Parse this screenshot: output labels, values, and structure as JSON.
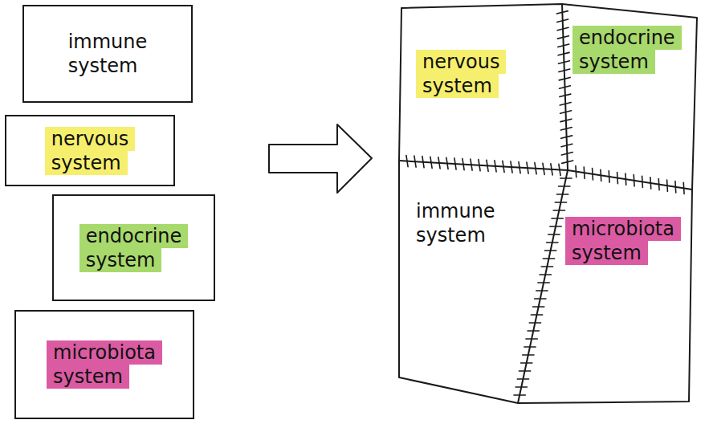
{
  "diagram": {
    "nodes": [
      {
        "text": [
          "immune system"
        ]
      },
      {
        "text": [
          "nervous system"
        ]
      },
      {
        "text": [
          "endocrine system"
        ]
      },
      {
        "text": [
          "microbiota system"
        ]
      },
      {
        "text": [
          "nervous system"
        ]
      },
      {
        "text": [
          "endocrine system"
        ]
      },
      {
        "text": [
          "immune system"
        ]
      },
      {
        "text": [
          "microbiota system"
        ]
      }
    ]
  }
}
